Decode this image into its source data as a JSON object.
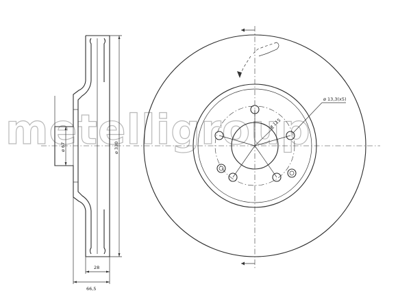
{
  "watermark": "metelligroup",
  "dimensions": {
    "thickness": "28",
    "total_height": "66,5",
    "hub_diameter": "ø 67",
    "outer_diameter": "ø 330",
    "pcd": "ø 115",
    "bolt_holes": "ø 13,3(x5)"
  }
}
